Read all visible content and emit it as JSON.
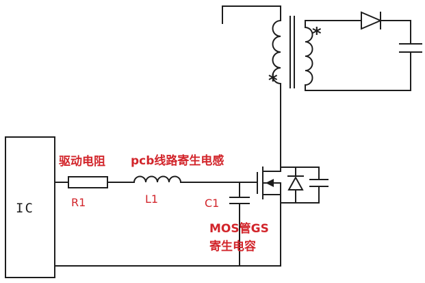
{
  "diagram": {
    "colors": {
      "ink": "#1c1c1c",
      "accent": "#d2252b",
      "background": "#ffffff"
    },
    "ic": {
      "label": "IC"
    },
    "resistor": {
      "ref": "R1",
      "desc": "驱动电阻"
    },
    "inductor": {
      "ref": "L1",
      "desc": "pcb线路寄生电感"
    },
    "capacitor": {
      "ref": "C1",
      "desc_line1": "MOS管GS",
      "desc_line2": "寄生电容"
    },
    "transformer": {
      "primary_dot": "*",
      "secondary_dot": "*"
    }
  }
}
